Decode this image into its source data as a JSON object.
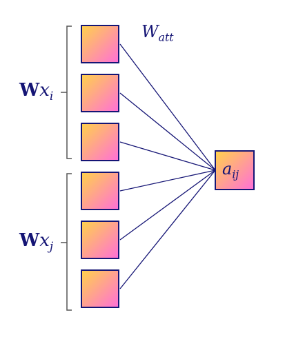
{
  "weight_label": {
    "base": "W",
    "sub": "att"
  },
  "input_groups": [
    {
      "bold": "W",
      "var": "x",
      "sub": "i",
      "boxes": 3
    },
    {
      "bold": "W",
      "var": "x",
      "sub": "j",
      "boxes": 3
    }
  ],
  "output": {
    "var": "a",
    "sub": "ij"
  },
  "colors": {
    "ink": "#151575",
    "box_gradient_start": "#ffd24a",
    "box_gradient_end": "#ff6fd8",
    "bracket": "#555555"
  }
}
